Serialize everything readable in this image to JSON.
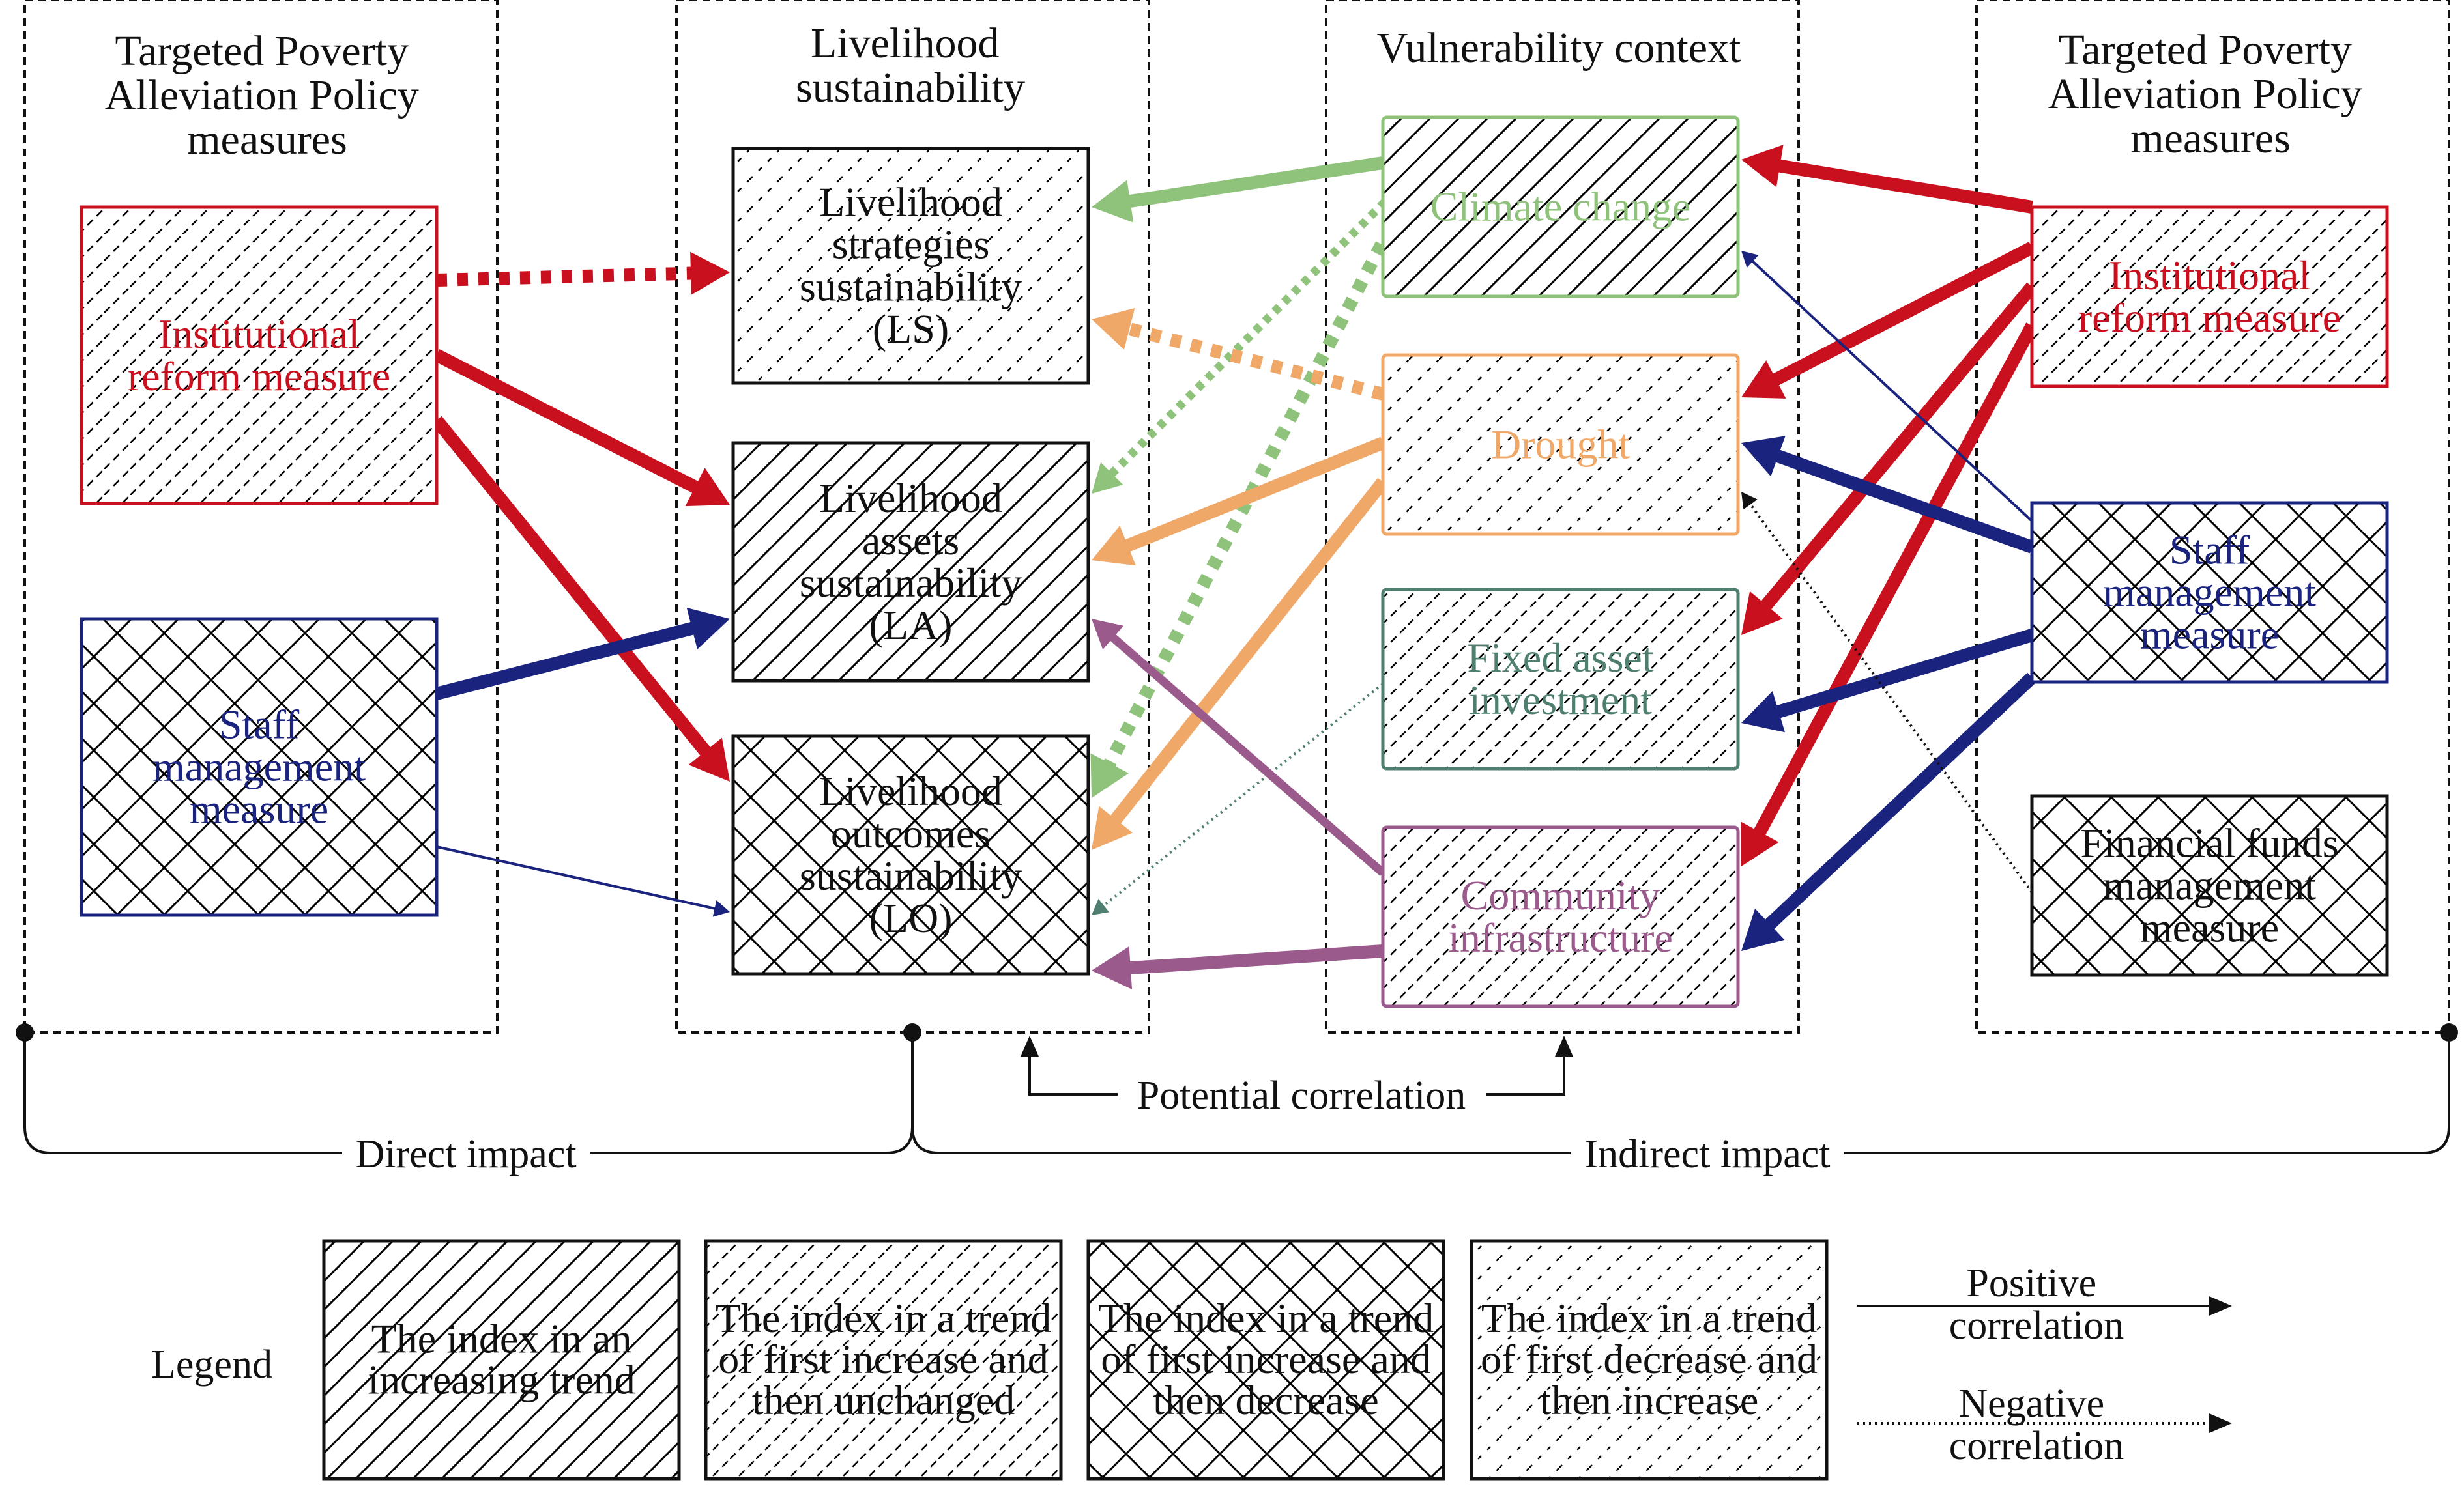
{
  "columns": {
    "policy_left": [
      "Targeted Poverty",
      "Alleviation Policy",
      "measures"
    ],
    "livelihood": [
      "Livelihood",
      "sustainability"
    ],
    "vulnerability": [
      "Vulnerability context"
    ],
    "policy_right": [
      "Targeted Poverty",
      "Alleviation Policy",
      "measures"
    ]
  },
  "boxes": {
    "inst_left": {
      "lines": [
        "Institutional",
        "reform measure"
      ],
      "color": "#c8101e",
      "pattern": "increase-unchanged"
    },
    "staff_left": {
      "lines": [
        "Staff",
        "management",
        "measure"
      ],
      "color": "#1a237e",
      "pattern": "increase-decrease"
    },
    "ls": {
      "lines": [
        "Livelihood",
        "strategies",
        "sustainability",
        "(LS)"
      ],
      "color": "#111111",
      "pattern": "decrease-increase"
    },
    "la": {
      "lines": [
        "Livelihood",
        "assets",
        "sustainability",
        "(LA)"
      ],
      "color": "#111111",
      "pattern": "increasing"
    },
    "lo": {
      "lines": [
        "Livelihood",
        "outcomes",
        "sustainability",
        "(LO)"
      ],
      "color": "#111111",
      "pattern": "increase-decrease"
    },
    "climate": {
      "lines": [
        "Climate change"
      ],
      "color": "#8fc27a",
      "pattern": "increasing"
    },
    "drought": {
      "lines": [
        "Drought"
      ],
      "color": "#f0a868",
      "pattern": "decrease-increase"
    },
    "fixed": {
      "lines": [
        "Fixed asset",
        "investment"
      ],
      "color": "#4f7f70",
      "pattern": "increase-unchanged"
    },
    "community": {
      "lines": [
        "Community",
        "infrastructure"
      ],
      "color": "#9a5a8c",
      "pattern": "increase-unchanged"
    },
    "inst_right": {
      "lines": [
        "Institutional",
        "reform measure"
      ],
      "color": "#c8101e",
      "pattern": "increase-unchanged"
    },
    "staff_right": {
      "lines": [
        "Staff",
        "management",
        "measure"
      ],
      "color": "#1a237e",
      "pattern": "increase-decrease"
    },
    "funds": {
      "lines": [
        "Financial funds",
        "management",
        "measure"
      ],
      "color": "#111111",
      "pattern": "increase-decrease"
    }
  },
  "bracket_labels": {
    "potential": "Potential correlation",
    "direct": "Direct impact",
    "indirect": "Indirect impact"
  },
  "legend": {
    "title": "Legend",
    "items": [
      {
        "lines": [
          "The index in an",
          "increasing trend"
        ],
        "pattern": "increasing"
      },
      {
        "lines": [
          "The index in a trend",
          "of first increase and",
          "then unchanged"
        ],
        "pattern": "increase-unchanged"
      },
      {
        "lines": [
          "The index in a trend",
          "of first increase and",
          "then decrease"
        ],
        "pattern": "increase-decrease"
      },
      {
        "lines": [
          "The index in a trend",
          "of first decrease and",
          "then increase"
        ],
        "pattern": "decrease-increase"
      }
    ],
    "positive": [
      "Positive",
      "correlation"
    ],
    "negative": [
      "Negative",
      "correlation"
    ]
  },
  "colors": {
    "institutional": "#c8101e",
    "staff": "#1a237e",
    "climate": "#8fc27a",
    "drought": "#f0a868",
    "fixed": "#4f7f70",
    "community": "#9a5a8c",
    "neutral": "#111111"
  },
  "correlations": [
    {
      "from": "inst_left",
      "to": "ls",
      "type": "negative",
      "strength": "strong",
      "color": "institutional"
    },
    {
      "from": "inst_left",
      "to": "la",
      "type": "positive",
      "strength": "strong",
      "color": "institutional"
    },
    {
      "from": "inst_left",
      "to": "lo",
      "type": "positive",
      "strength": "strong",
      "color": "institutional"
    },
    {
      "from": "staff_left",
      "to": "la",
      "type": "positive",
      "strength": "strong",
      "color": "staff"
    },
    {
      "from": "staff_left",
      "to": "lo",
      "type": "positive",
      "strength": "weak",
      "color": "staff"
    },
    {
      "from": "climate",
      "to": "ls",
      "type": "positive",
      "strength": "strong",
      "color": "climate"
    },
    {
      "from": "climate",
      "to": "la",
      "type": "negative",
      "strength": "medium",
      "color": "climate"
    },
    {
      "from": "climate",
      "to": "lo",
      "type": "negative",
      "strength": "strong",
      "color": "climate"
    },
    {
      "from": "drought",
      "to": "ls",
      "type": "negative",
      "strength": "strong",
      "color": "drought"
    },
    {
      "from": "drought",
      "to": "la",
      "type": "positive",
      "strength": "strong",
      "color": "drought"
    },
    {
      "from": "drought",
      "to": "lo",
      "type": "positive",
      "strength": "strong",
      "color": "drought"
    },
    {
      "from": "fixed",
      "to": "lo",
      "type": "negative",
      "strength": "weak",
      "color": "fixed"
    },
    {
      "from": "community",
      "to": "la",
      "type": "positive",
      "strength": "medium",
      "color": "community"
    },
    {
      "from": "community",
      "to": "lo",
      "type": "positive",
      "strength": "strong",
      "color": "community"
    },
    {
      "from": "inst_right",
      "to": "climate",
      "type": "positive",
      "strength": "strong",
      "color": "institutional"
    },
    {
      "from": "inst_right",
      "to": "drought",
      "type": "positive",
      "strength": "strong",
      "color": "institutional"
    },
    {
      "from": "inst_right",
      "to": "fixed",
      "type": "positive",
      "strength": "strong",
      "color": "institutional"
    },
    {
      "from": "inst_right",
      "to": "community",
      "type": "positive",
      "strength": "strong",
      "color": "institutional"
    },
    {
      "from": "staff_right",
      "to": "climate",
      "type": "positive",
      "strength": "weak",
      "color": "staff"
    },
    {
      "from": "staff_right",
      "to": "drought",
      "type": "positive",
      "strength": "strong",
      "color": "staff"
    },
    {
      "from": "staff_right",
      "to": "fixed",
      "type": "positive",
      "strength": "strong",
      "color": "staff"
    },
    {
      "from": "staff_right",
      "to": "community",
      "type": "positive",
      "strength": "strong",
      "color": "staff"
    },
    {
      "from": "funds",
      "to": "drought",
      "type": "negative",
      "strength": "weak",
      "color": "neutral"
    }
  ]
}
